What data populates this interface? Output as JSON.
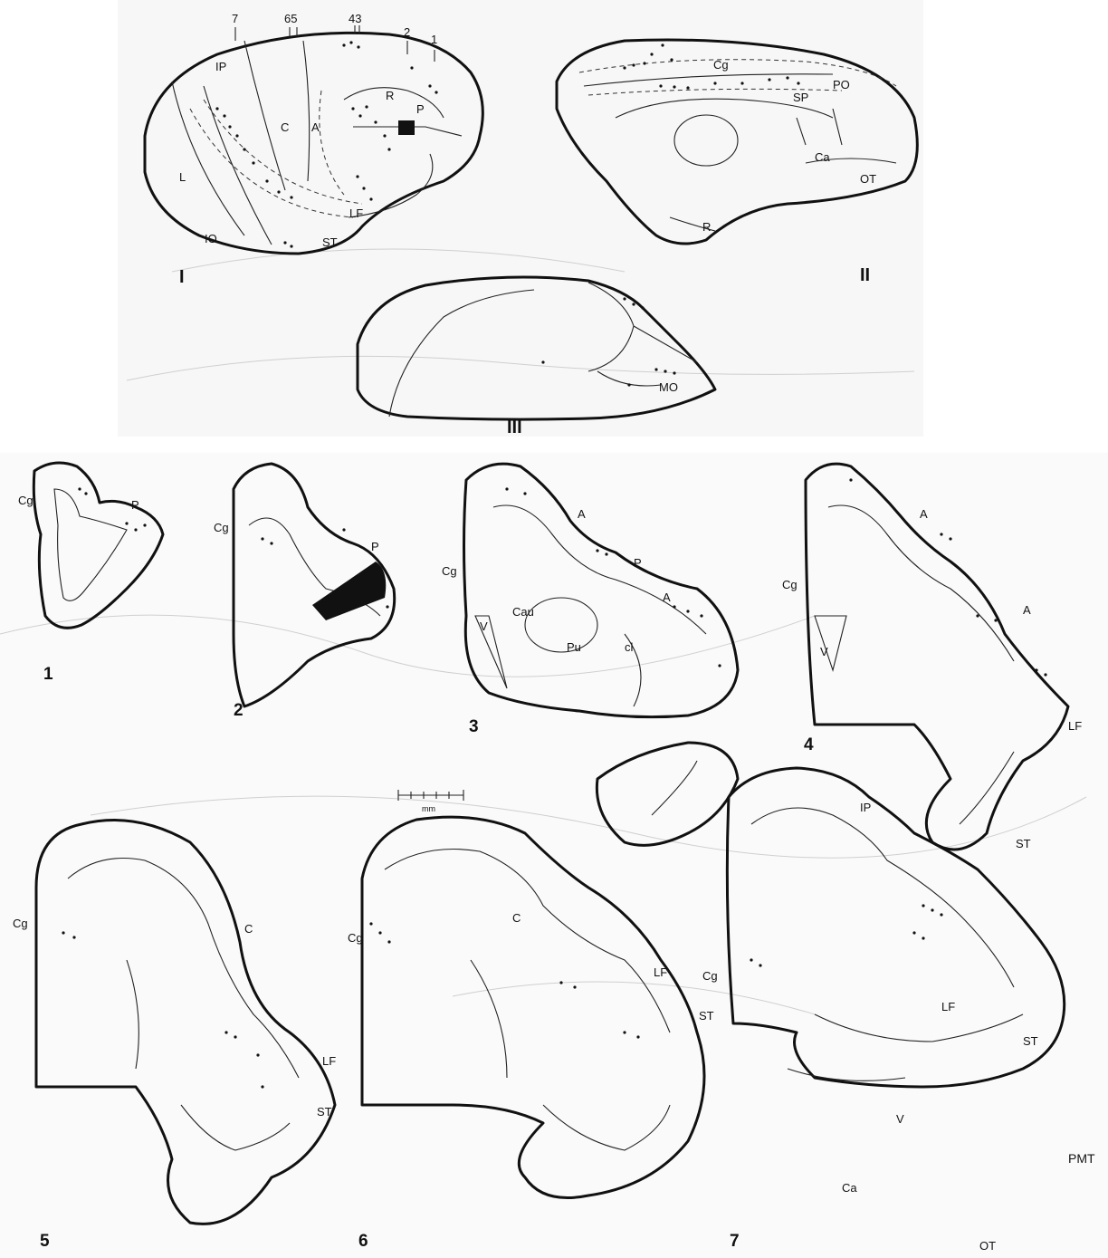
{
  "top_panel": {
    "lateral_view": {
      "roman": "I",
      "tick_labels": [
        "7",
        "65",
        "43",
        "2",
        "1"
      ],
      "sulci": [
        "IP",
        "C",
        "A",
        "R",
        "P",
        "L",
        "IO",
        "ST",
        "LF"
      ]
    },
    "medial_view": {
      "roman": "II",
      "sulci": [
        "Cg",
        "SP",
        "PO",
        "Ca",
        "OT",
        "R"
      ]
    },
    "ventral_view": {
      "roman": "III",
      "sulci": [
        "MO"
      ]
    }
  },
  "sections": [
    {
      "number": "1",
      "labels": [
        "Cg",
        "P"
      ]
    },
    {
      "number": "2",
      "labels": [
        "Cg",
        "P"
      ]
    },
    {
      "number": "3",
      "labels": [
        "A",
        "Cg",
        "P",
        "A",
        "V",
        "Cau",
        "Pu",
        "cl"
      ]
    },
    {
      "number": "4",
      "labels": [
        "A",
        "Cg",
        "A",
        "V",
        "LF",
        "ST"
      ]
    },
    {
      "number": "5",
      "labels": [
        "Cg",
        "C",
        "LF",
        "ST"
      ]
    },
    {
      "number": "6",
      "labels": [
        "C",
        "Cg",
        "LF",
        "ST"
      ]
    },
    {
      "number": "7",
      "labels": [
        "IP",
        "Cg",
        "LF",
        "ST",
        "V",
        "Ca",
        "OT"
      ]
    }
  ],
  "scale_bar": {
    "unit": "mm"
  },
  "side_label": "PMT"
}
